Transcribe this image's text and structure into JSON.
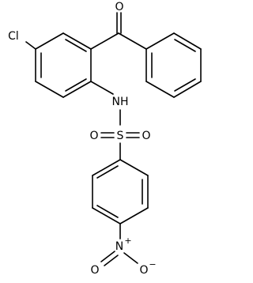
{
  "molecule": {
    "atoms": {
      "oxygen_carbonyl": "O",
      "chlorine": "Cl",
      "nitrogen_amide": "NH",
      "sulfur": "S",
      "oxygen_sulfonyl_left": "O",
      "oxygen_sulfonyl_right": "O",
      "nitrogen_nitro": "N",
      "nitrogen_nitro_charge": "+",
      "oxygen_nitro_left": "O",
      "oxygen_nitro_right": "O",
      "oxygen_nitro_charge": "−"
    }
  }
}
